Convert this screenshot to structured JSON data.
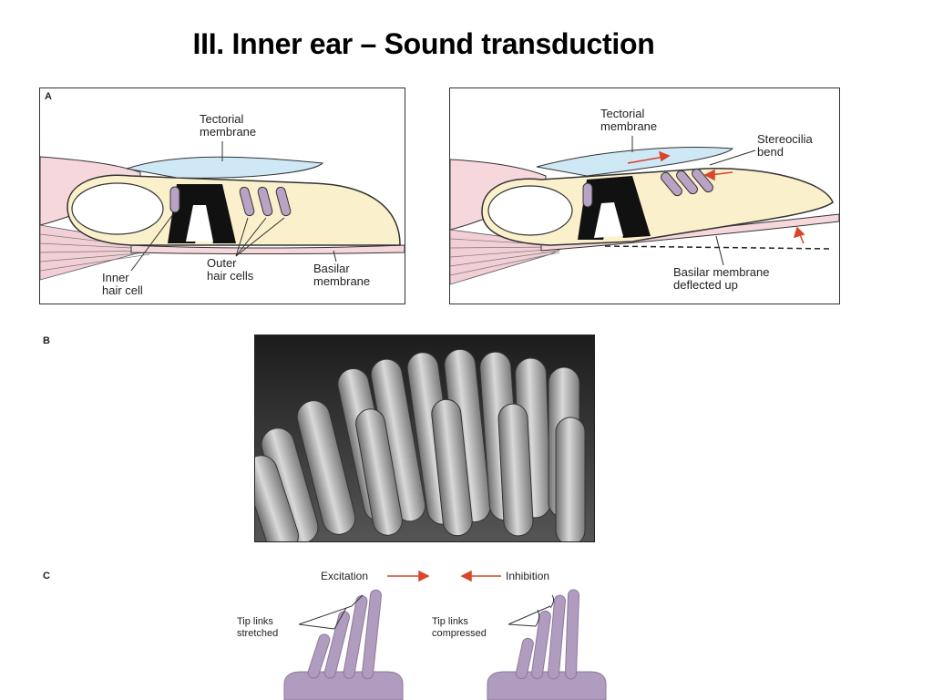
{
  "title": "III. Inner ear – Sound transduction",
  "panel_a": {
    "section_label": "A",
    "left": {
      "tectorial": [
        "Tectorial",
        "membrane"
      ],
      "outer": [
        "Outer",
        "hair cells"
      ],
      "inner": [
        "Inner",
        "hair cell"
      ],
      "basilar": [
        "Basilar",
        "membrane"
      ]
    },
    "right": {
      "tectorial": [
        "Tectorial",
        "membrane"
      ],
      "stereocilia": [
        "Stereocilia",
        "bend"
      ],
      "basilar_deflected": [
        "Basilar membrane",
        "deflected up"
      ]
    }
  },
  "panel_b": {
    "section_label": "B"
  },
  "panel_c": {
    "section_label": "C",
    "excitation": "Excitation",
    "inhibition": "Inhibition",
    "tip_links_stretched": [
      "Tip links",
      "stretched"
    ],
    "tip_links_compressed": [
      "Tip links",
      "compressed"
    ]
  },
  "colors": {
    "tectorial": "#cfe8f5",
    "organ": "#fbf0cc",
    "pink": "#f5d7dc",
    "hair_cell": "#b8a3c4",
    "arrow_red": "#d9442b",
    "stereocilia_fill": "#b09cbe"
  }
}
